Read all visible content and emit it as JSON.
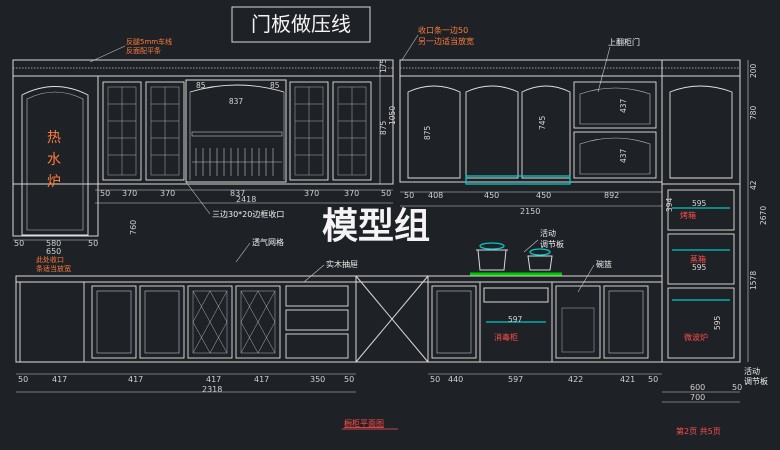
{
  "title": "门板做压线",
  "watermark": "模型组",
  "annotations": {
    "top_left_1": "反腿5mm车线",
    "top_left_2": "反面配平条",
    "top_mid_1": "收口条一边50",
    "top_mid_2": "另一边适当放宽",
    "top_right": "上翻柜门",
    "frame_note": "三边30*20边框收口",
    "vent": "透气网格",
    "solid_board": "实木抽屉",
    "adjust_1": "活动",
    "adjust_2": "调节板",
    "bottom_left_1": "此处收口",
    "bottom_left_2": "条适当放宽",
    "bowl": "碗篮",
    "adjust_bottom_1": "活动",
    "adjust_bottom_2": "调节板",
    "plan_title": "橱柜平面图"
  },
  "hot_water_label": [
    "热",
    "水",
    "炉"
  ],
  "appliance_labels": {
    "dishwasher": "消毒柜",
    "oven1": "烤箱",
    "oven2": "蒸箱",
    "oven3": "微波炉"
  },
  "page_info": "第2页  共5页",
  "upper_dims": {
    "top": [
      "370",
      "370",
      "837",
      "370",
      "370"
    ],
    "left": "580",
    "left_small": "650",
    "left_50": "50",
    "right_50": "50",
    "total": "2418",
    "inner_837": "837",
    "inner_85a": "85",
    "inner_85b": "85",
    "heights": [
      "175",
      "875",
      "1050"
    ],
    "right_upper": [
      "408",
      "450",
      "450",
      "892",
      "50"
    ],
    "right_total": "2150",
    "right_heights": [
      "875",
      "745",
      "437",
      "437"
    ],
    "tall_col": [
      "595",
      "595",
      "595",
      "394",
      "42",
      "2670",
      "1578",
      "780",
      "200"
    ],
    "side_760": "760"
  },
  "lower_dims": {
    "left": [
      "50",
      "417",
      "417",
      "417",
      "417",
      "350",
      "50"
    ],
    "left_total": "2318",
    "right": [
      "50",
      "440",
      "597",
      "422",
      "421",
      "50"
    ],
    "right_side": [
      "600",
      "50",
      "700"
    ],
    "right_597": "597"
  }
}
